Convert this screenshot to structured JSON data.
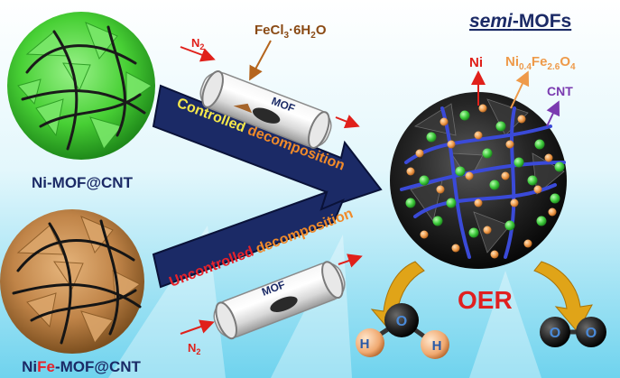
{
  "title": {
    "prefix": "semi",
    "suffix": "-MOFs"
  },
  "left": {
    "top_label": "Ni-MOF@CNT",
    "bottom_label": {
      "part1": "Ni",
      "part2": "Fe",
      "part3": "-MOF@CNT"
    }
  },
  "arrows": {
    "top": {
      "word1": "Controlled",
      "word2": "decomposition"
    },
    "bottom": {
      "word1": "Uncontrolled",
      "word2": "decomposition"
    }
  },
  "tubes": {
    "top": {
      "gas": "N",
      "gas_sub": "2",
      "contents": "MOF",
      "reagent": {
        "a": "FeCl",
        "a_sub": "3",
        "b": "·6H",
        "b_sub": "2",
        "c": "O"
      }
    },
    "bottom": {
      "gas": "N",
      "gas_sub": "2",
      "contents": "MOF"
    }
  },
  "callouts": {
    "ni": "Ni",
    "oxide": {
      "a": "Ni",
      "a_sub": "0.4",
      "b": "Fe",
      "b_sub": "2.6",
      "c": "O",
      "c_sub": "4"
    },
    "cnt": "CNT"
  },
  "reaction": "OER",
  "molecules": {
    "water": {
      "o": "O",
      "h": "H"
    },
    "oxygen": {
      "o": "O"
    }
  },
  "colors": {
    "mof_green": "#5fd84a",
    "mof_brown": "#c68a4a",
    "arrow_navy": "#1b2a66",
    "controlled_yellow": "#f6e84a",
    "decomposition_orange": "#f08a2a",
    "uncontrolled_red": "#e8222a",
    "ni_green": "#39c83a",
    "oxide_orange": "#ee9a4a",
    "cnt_purple": "#7a3ab0",
    "oer_red": "#e02020",
    "arc_gold": "#e0a418"
  },
  "icons": [
    "green-mof-sphere",
    "brown-mof-sphere",
    "quartz-tube",
    "oer-arc-arrow",
    "water-molecule",
    "oxygen-molecule"
  ]
}
